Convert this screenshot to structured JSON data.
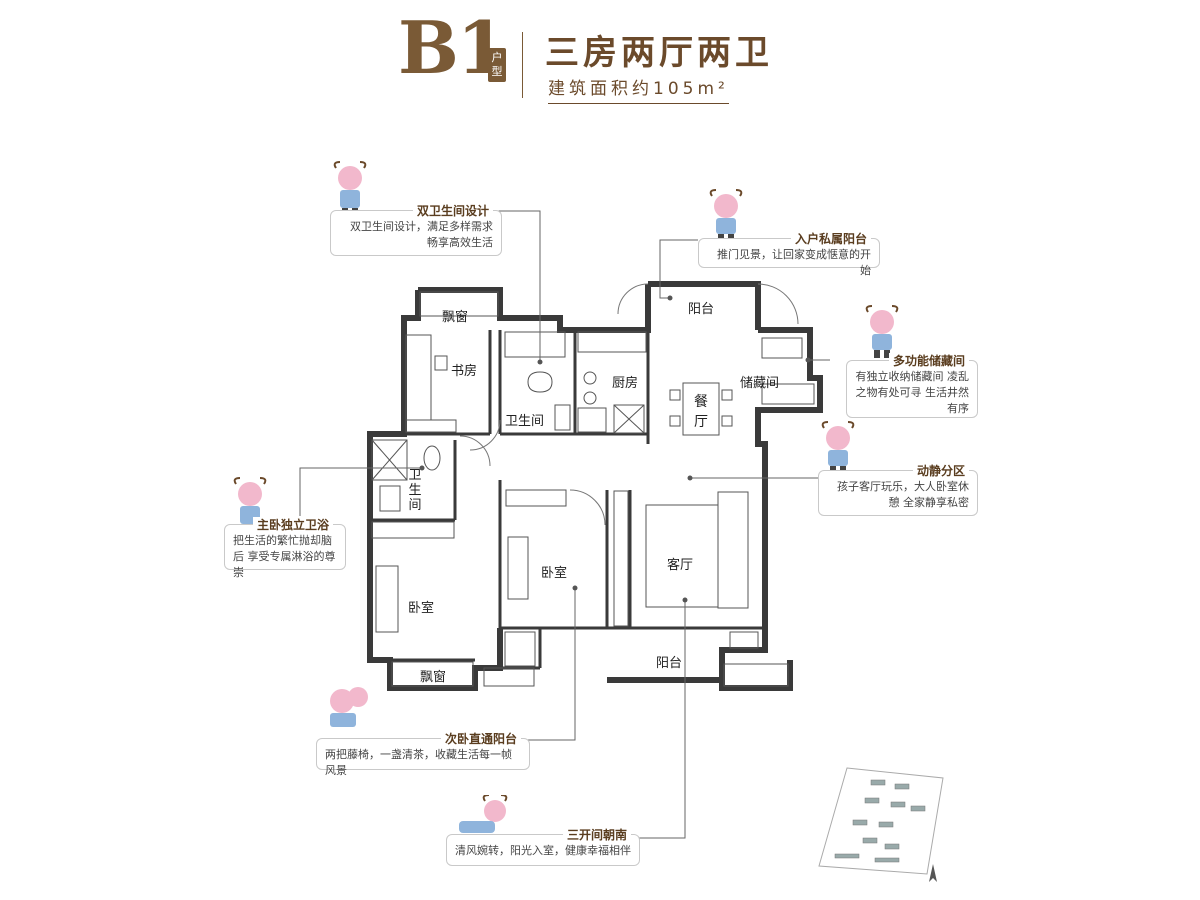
{
  "header": {
    "unit_code": "B1",
    "unit_tag": "户型",
    "title": "三房两厅两卫",
    "area": "建筑面积约105m²"
  },
  "rooms": {
    "bay_window_top": "飘窗",
    "study": "书房",
    "bathroom_main": "卫生间",
    "kitchen": "厨房",
    "balcony_top": "阳台",
    "storage": "储藏间",
    "dining": "餐厅",
    "ensuite": "卫生间",
    "bedroom_master": "卧室",
    "bedroom_second": "卧室",
    "living": "客厅",
    "balcony_bottom": "阳台",
    "bay_window_bottom": "飘窗"
  },
  "callouts": [
    {
      "title": "双卫生间设计",
      "desc": "双卫生间设计，满足多样需求 畅享高效生活"
    },
    {
      "title": "入户私属阳台",
      "desc": "推门见景，让回家变成惬意的开始"
    },
    {
      "title": "多功能储藏间",
      "desc": "有独立收纳储藏间 凌乱之物有处可寻 生活井然有序"
    },
    {
      "title": "动静分区",
      "desc": "孩子客厅玩乐，大人卧室休憩 全家静享私密"
    },
    {
      "title": "主卧独立卫浴",
      "desc": "把生活的繁忙抛却脑后 享受专属淋浴的尊崇"
    },
    {
      "title": "次卧直通阳台",
      "desc": "两把藤椅，一盏清茶，收藏生活每一帧风景"
    },
    {
      "title": "三开间朝南",
      "desc": "清风婉转，阳光入室，健康幸福相伴"
    }
  ],
  "colors": {
    "brand": "#7a5a36",
    "wall": "#3a3a3a",
    "mascot_pink": "#f2b8cc",
    "mascot_blue": "#8fb4dc"
  },
  "icons": [
    "mascot-icon",
    "compass-icon",
    "site-plan-icon"
  ]
}
